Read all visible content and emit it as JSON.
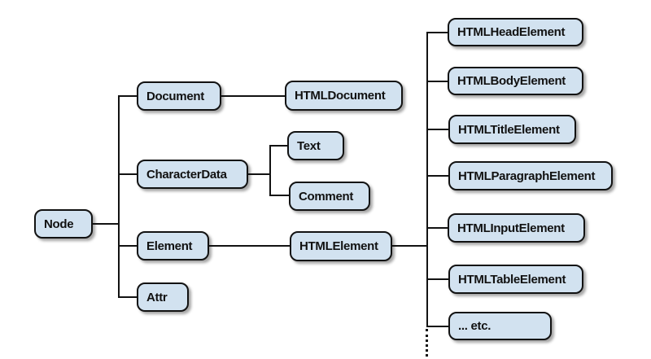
{
  "diagram": {
    "description": "DOM Node class hierarchy tree",
    "nodes": {
      "root": "Node",
      "document": "Document",
      "characterdata": "CharacterData",
      "element": "Element",
      "attr": "Attr",
      "htmldocument": "HTMLDocument",
      "text": "Text",
      "comment": "Comment",
      "htmlelement": "HTMLElement",
      "children": [
        "HTMLHeadElement",
        "HTMLBodyElement",
        "HTMLTitleElement",
        "HTMLParagraphElement",
        "HTMLInputElement",
        "HTMLTableElement",
        "... etc."
      ]
    }
  },
  "colors": {
    "box_fill": "#d2e2f0",
    "box_border": "#121212",
    "line": "#121212",
    "text": "#111111"
  }
}
